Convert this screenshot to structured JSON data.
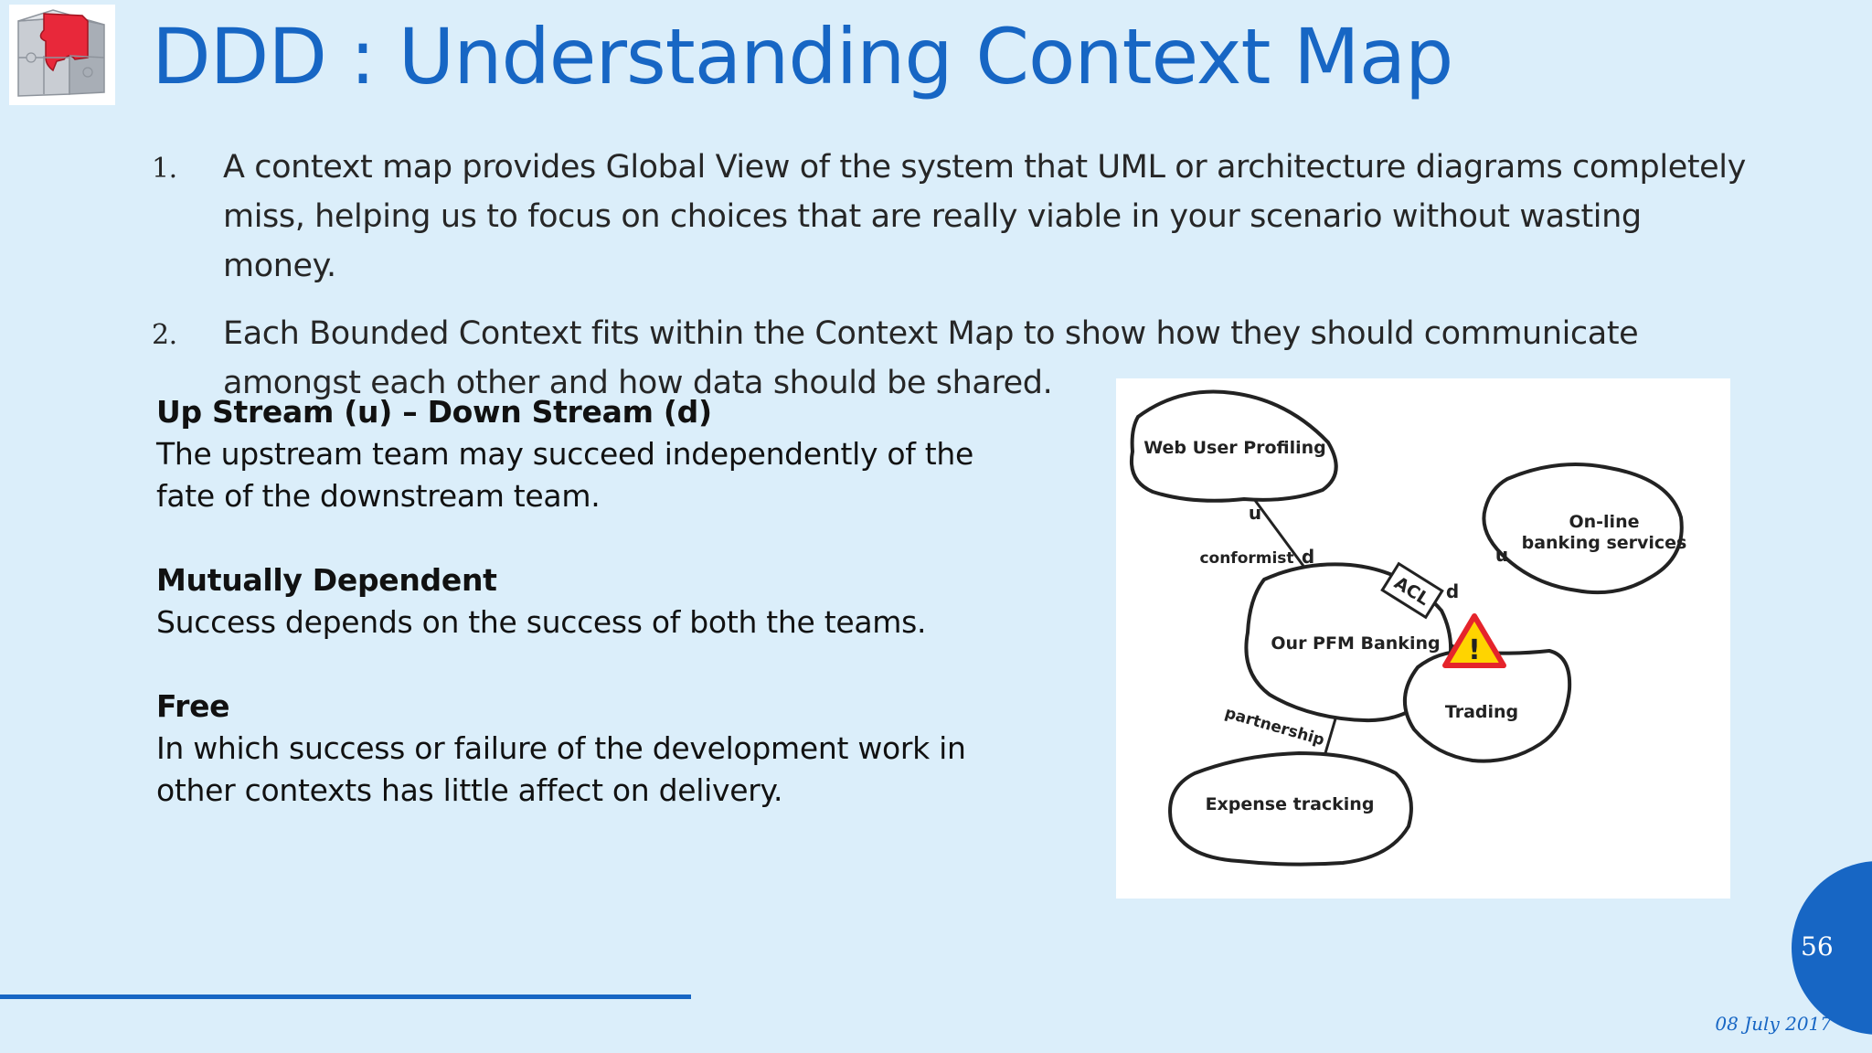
{
  "slide": {
    "title": "DDD : Understanding Context Map",
    "points": [
      {
        "number": "1.",
        "text": "A context map provides Global View of the system that UML or architecture diagrams completely miss, helping us to focus on choices that are really viable in your scenario without wasting money."
      },
      {
        "number": "2.",
        "text": "Each Bounded Context fits within the Context Map to show how they should communicate amongst each other and how data should be shared."
      }
    ],
    "sections": [
      {
        "heading": "Up Stream (u) – Down Stream (d)",
        "body": "The upstream team may succeed independently of the fate of the downstream team."
      },
      {
        "heading": "Mutually Dependent",
        "body": "Success depends on the success of both the teams."
      },
      {
        "heading": "Free",
        "body": "In which success or failure of the development work in other contexts has little affect on delivery."
      }
    ],
    "page_number": "56",
    "date": "08 July 2017"
  },
  "diagram": {
    "contexts": {
      "web_user_profiling": "Web User Profiling",
      "online_banking_line1": "On-line",
      "online_banking_line2": "banking services",
      "pfm_banking": "Our PFM Banking",
      "trading": "Trading",
      "expense_tracking": "Expense tracking"
    },
    "labels": {
      "u_web": "u",
      "d_web": "d",
      "conformist": "conformist",
      "acl": "ACL",
      "d_acl": "d",
      "u_online": "u",
      "partnership": "partnership",
      "warning_mark": "!"
    }
  },
  "colors": {
    "background": "#dbeefa",
    "accent": "#1766c4",
    "warning_fill": "#ffd400",
    "warning_stroke": "#e5242b",
    "logo_red": "#e8283a"
  },
  "icons": {
    "logo": "puzzle-cube-icon",
    "warning": "warning-triangle-icon"
  }
}
